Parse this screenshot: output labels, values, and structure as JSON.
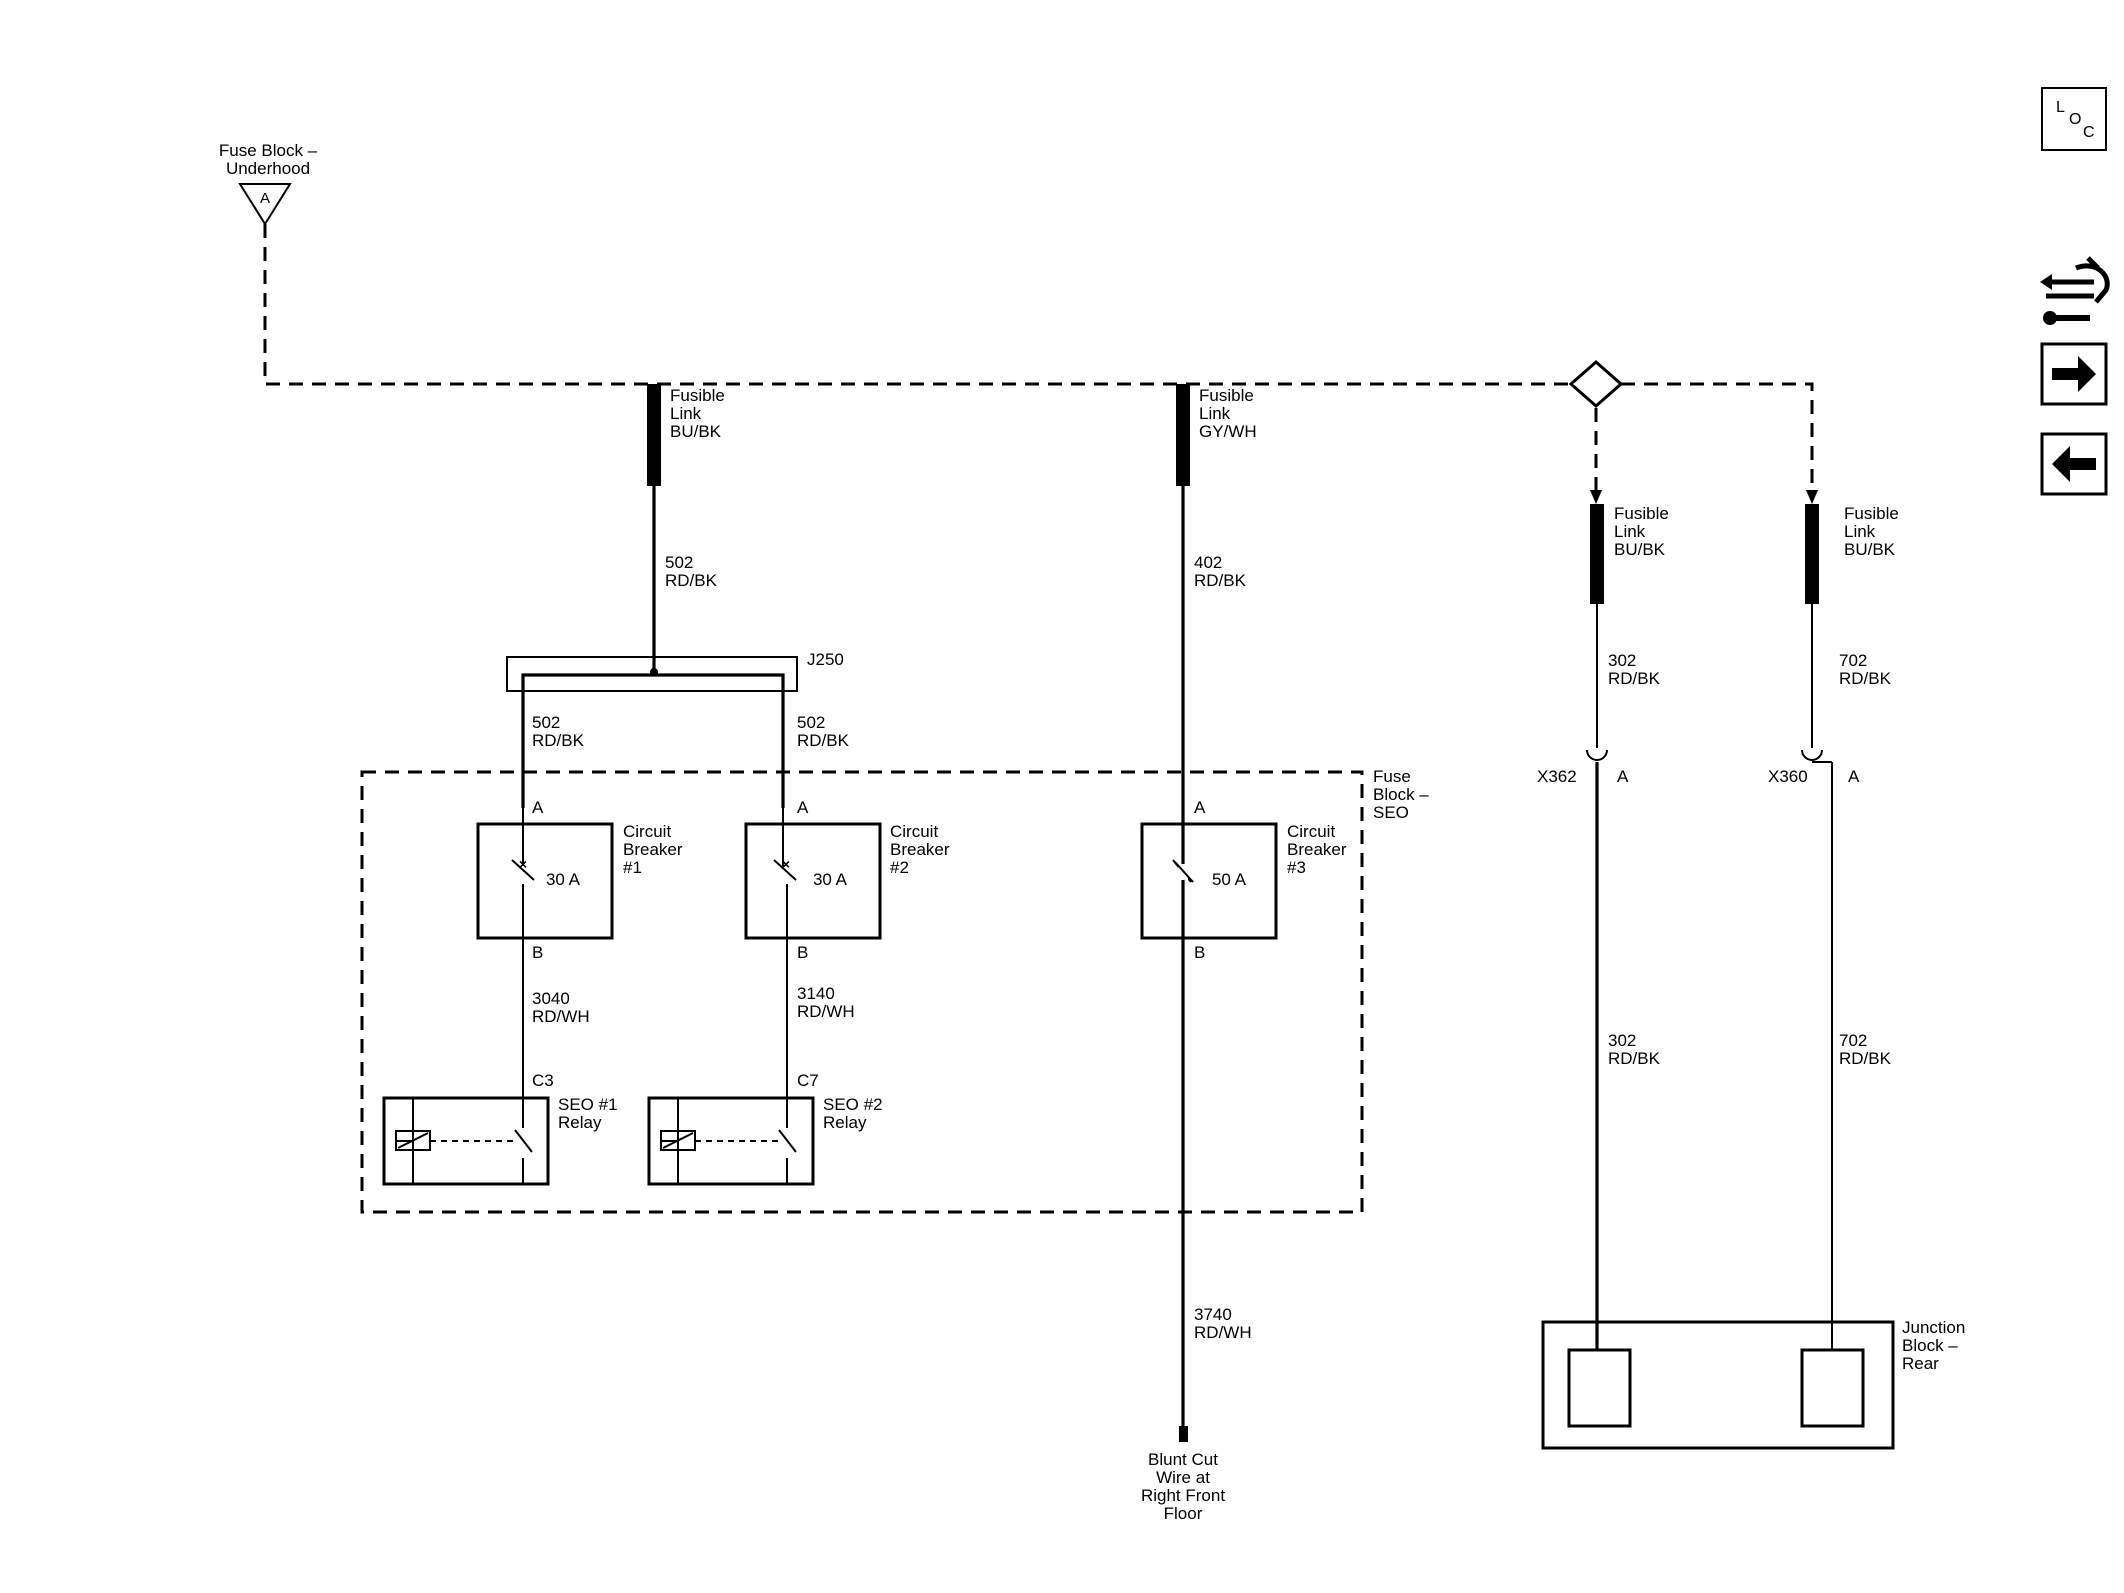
{
  "source": {
    "line1": "Fuse Block –",
    "line2": "Underhood",
    "symbol": "A"
  },
  "fusible_links": [
    {
      "line1": "Fusible",
      "line2": "Link",
      "line3": "BU/BK"
    },
    {
      "line1": "Fusible",
      "line2": "Link",
      "line3": "GY/WH"
    },
    {
      "line1": "Fusible",
      "line2": "Link",
      "line3": "BU/BK"
    },
    {
      "line1": "Fusible",
      "line2": "Link",
      "line3": "BU/BK"
    }
  ],
  "wires": [
    {
      "circuit": "502",
      "color": "RD/BK"
    },
    {
      "circuit": "402",
      "color": "RD/BK"
    },
    {
      "circuit": "502",
      "color": "RD/BK"
    },
    {
      "circuit": "502",
      "color": "RD/BK"
    },
    {
      "circuit": "3040",
      "color": "RD/WH"
    },
    {
      "circuit": "3140",
      "color": "RD/WH"
    },
    {
      "circuit": "3740",
      "color": "RD/WH"
    },
    {
      "circuit": "302",
      "color": "RD/BK"
    },
    {
      "circuit": "702",
      "color": "RD/BK"
    },
    {
      "circuit": "302",
      "color": "RD/BK"
    },
    {
      "circuit": "702",
      "color": "RD/BK"
    }
  ],
  "splice": "J250",
  "fuse_block_seo": {
    "line1": "Fuse",
    "line2": "Block –",
    "line3": "SEO"
  },
  "circuit_breakers": [
    {
      "line1": "Circuit",
      "line2": "Breaker",
      "line3": "#1",
      "rating": "30 A",
      "pin_in": "A",
      "pin_out": "B"
    },
    {
      "line1": "Circuit",
      "line2": "Breaker",
      "line3": "#2",
      "rating": "30 A",
      "pin_in": "A",
      "pin_out": "B"
    },
    {
      "line1": "Circuit",
      "line2": "Breaker",
      "line3": "#3",
      "rating": "50 A",
      "pin_in": "A",
      "pin_out": "B"
    }
  ],
  "relays": [
    {
      "connector": "C3",
      "line1": "SEO #1",
      "line2": "Relay"
    },
    {
      "connector": "C7",
      "line1": "SEO #2",
      "line2": "Relay"
    }
  ],
  "connectors": [
    {
      "name": "X362",
      "pin": "A"
    },
    {
      "name": "X360",
      "pin": "A"
    }
  ],
  "blunt_cut": {
    "line1": "Blunt Cut",
    "line2": "Wire at",
    "line3": "Right Front",
    "line4": "Floor"
  },
  "junction_block": {
    "line1": "Junction",
    "line2": "Block –",
    "line3": "Rear"
  },
  "nav": {
    "loc_l": "L",
    "loc_o": "O",
    "loc_c": "C",
    "next": "➜",
    "prev": "⬅"
  }
}
